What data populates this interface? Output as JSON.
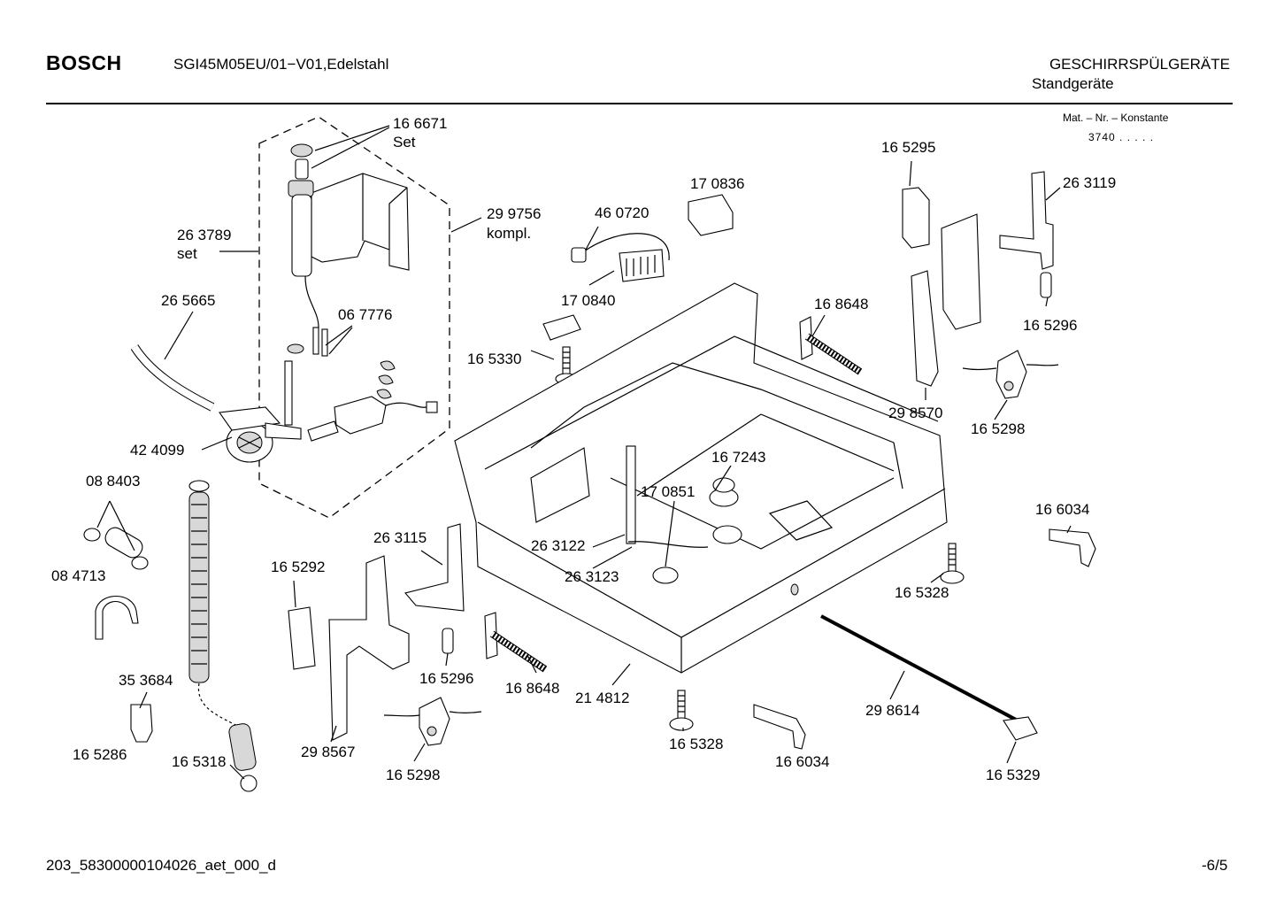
{
  "header": {
    "brand": "BOSCH",
    "model": "SGI45M05EU/01−V01,Edelstahl",
    "category_line1": "GESCHIRRSPÜLGERÄTE",
    "category_line2": "Standgeräte",
    "mat_label": "Mat. – Nr. – Konstante",
    "mat_value": "3740  .   .   .   .   ."
  },
  "footer": {
    "doc_id": "203_58300000104026_aet_000_d",
    "page": "-6/5"
  },
  "labels": {
    "p166671": "16 6671",
    "set_a": "Set",
    "p263789": "26 3789",
    "set_b": "set",
    "p299756": "29 9756",
    "kompl": "kompl.",
    "p265665": "26 5665",
    "p067776": "06 7776",
    "p424099": "42 4099",
    "p088403": "08 8403",
    "p084713": "08 4713",
    "p353684": "35 3684",
    "p165286": "16 5286",
    "p165318": "16 5318",
    "p460720": "46 0720",
    "p170836": "17 0836",
    "p170840": "17 0840",
    "p165330": "16 5330",
    "p165295": "16 5295",
    "p263119": "26 3119",
    "p168648a": "16 8648",
    "p165296a": "16 5296",
    "p298570": "29 8570",
    "p165298a": "16 5298",
    "p167243": "16 7243",
    "p170851": "17 0851",
    "p263115": "26 3115",
    "p263122": "26 3122",
    "p263123": "26 3123",
    "p165292": "16 5292",
    "p165296b": "16 5296",
    "p168648b": "16 8648",
    "p214812": "21 4812",
    "p298567": "29 8567",
    "p165298b": "16 5298",
    "p166034a": "16 6034",
    "p165328a": "16 5328",
    "p165328b": "16 5328",
    "p166034b": "16 6034",
    "p298614": "29 8614",
    "p165329": "16 5329"
  }
}
